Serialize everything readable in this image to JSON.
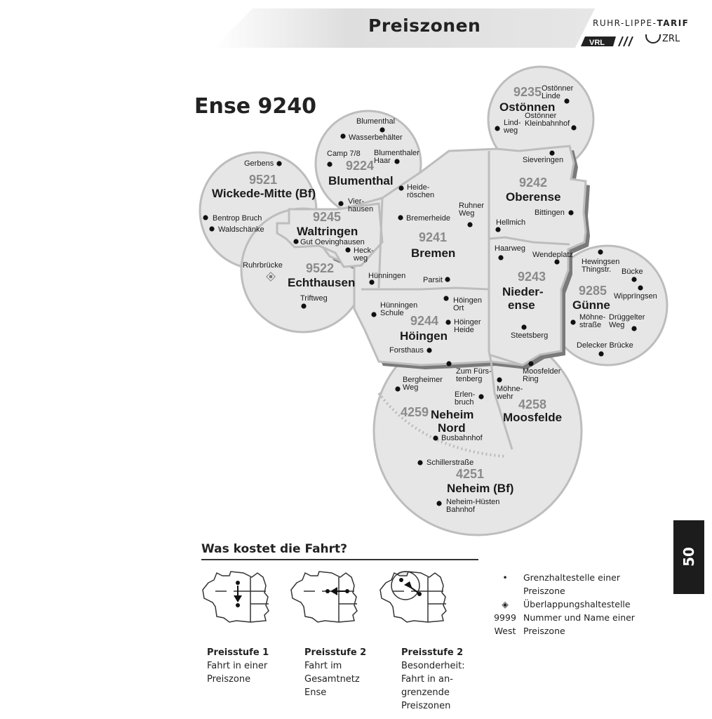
{
  "header": {
    "title": "Preiszonen",
    "brand_regular": "RUHR-LIPPE-",
    "brand_bold": "TARIF",
    "vrl_logo": "VRL",
    "zrl_logo": "ZRL"
  },
  "main_title": "Ense 9240",
  "zones": [
    {
      "num": "9235",
      "name": "Ostönnen"
    },
    {
      "num": "9224",
      "name": "Blumenthal"
    },
    {
      "num": "9521",
      "name": "Wickede-Mitte (Bf)"
    },
    {
      "num": "9245",
      "name": "Waltringen"
    },
    {
      "num": "9522",
      "name": "Echthausen"
    },
    {
      "num": "9241",
      "name": "Bremen"
    },
    {
      "num": "9242",
      "name": "Oberense"
    },
    {
      "num": "9243",
      "name": "Nieder-",
      "name2": "ense"
    },
    {
      "num": "9244",
      "name": "Höingen"
    },
    {
      "num": "9285",
      "name": "Günne"
    },
    {
      "num": "4259",
      "name": "Neheim",
      "name2": "Nord"
    },
    {
      "num": "4258",
      "name": "Moosfelde"
    },
    {
      "num": "4251",
      "name": "Neheim (Bf)"
    }
  ],
  "stops": [
    {
      "t": [
        "Ostönner",
        "Linde"
      ]
    },
    {
      "t": [
        "Ostönner",
        "Kleinbahnhof"
      ]
    },
    {
      "t": [
        "Lind-",
        "weg"
      ]
    },
    {
      "t": [
        "Blumenthal"
      ]
    },
    {
      "t": [
        "Wasserbehälter"
      ]
    },
    {
      "t": [
        "Camp 7/8"
      ]
    },
    {
      "t": [
        "Blumenthaler",
        "Haar"
      ]
    },
    {
      "t": [
        "Sieveringen"
      ]
    },
    {
      "t": [
        "Gerbens"
      ]
    },
    {
      "t": [
        "Heide-",
        "röschen"
      ]
    },
    {
      "t": [
        "Vier-",
        "hausen"
      ]
    },
    {
      "t": [
        "Bentrop Bruch"
      ]
    },
    {
      "t": [
        "Waldschänke"
      ]
    },
    {
      "t": [
        "Bremerheide"
      ]
    },
    {
      "t": [
        "Ruhner",
        "Weg"
      ]
    },
    {
      "t": [
        "Bittingen"
      ]
    },
    {
      "t": [
        "Hellmich"
      ]
    },
    {
      "t": [
        "Gut Oevinghausen"
      ]
    },
    {
      "t": [
        "Heck-",
        "weg"
      ]
    },
    {
      "t": [
        "Haarweg"
      ]
    },
    {
      "t": [
        "Wendeplatz"
      ]
    },
    {
      "t": [
        "Hewingsen",
        "Thingstr."
      ]
    },
    {
      "t": [
        "Bücke"
      ]
    },
    {
      "t": [
        "Ruhrbrücke"
      ]
    },
    {
      "t": [
        "Hünningen"
      ]
    },
    {
      "t": [
        "Parsit"
      ]
    },
    {
      "t": [
        "Wipprïngsen"
      ]
    },
    {
      "t": [
        "Triftweg"
      ]
    },
    {
      "t": [
        "Hünningen",
        "Schule"
      ]
    },
    {
      "t": [
        "Höingen",
        "Ort"
      ]
    },
    {
      "t": [
        "Höinger",
        "Heide"
      ]
    },
    {
      "t": [
        "Möhne-",
        "straße"
      ]
    },
    {
      "t": [
        "Drüggelter",
        "Weg"
      ]
    },
    {
      "t": [
        "Steetsberg"
      ]
    },
    {
      "t": [
        "Delecker Brücke"
      ]
    },
    {
      "t": [
        "Forsthaus"
      ]
    },
    {
      "t": [
        "Zum Fürs-",
        "tenberg"
      ]
    },
    {
      "t": [
        "Moosfelder",
        "Ring"
      ]
    },
    {
      "t": [
        "Bergheimer",
        "Weg"
      ]
    },
    {
      "t": [
        "Möhne-",
        "wehr"
      ]
    },
    {
      "t": [
        "Erlen-",
        "bruch"
      ]
    },
    {
      "t": [
        "Busbahnhof"
      ]
    },
    {
      "t": [
        "Schillerstraße"
      ]
    },
    {
      "t": [
        "Neheim-Hüsten",
        "Bahnhof"
      ]
    }
  ],
  "section_title": "Was kostet die Fahrt?",
  "prices": [
    {
      "title": "Preisstufe 1",
      "lines": [
        "Fahrt in einer",
        "Preiszone"
      ]
    },
    {
      "title": "Preisstufe 2",
      "lines": [
        "Fahrt im",
        "Gesamtnetz",
        "Ense"
      ]
    },
    {
      "title": "Preisstufe 2",
      "lines": [
        "Besonderheit:",
        "Fahrt in an-",
        "grenzende",
        "Preiszonen"
      ]
    }
  ],
  "legend": [
    {
      "sym": "•",
      "text": [
        "Grenzhaltestelle einer",
        "Preiszone"
      ]
    },
    {
      "sym": "◈",
      "text": [
        "Überlappungshaltestelle"
      ]
    },
    {
      "sym": "9999",
      "text": [
        "Nummer und Name einer"
      ]
    },
    {
      "sym": "West",
      "text": [
        "Preiszone"
      ]
    }
  ],
  "page_number": "50",
  "colors": {
    "zone_fill": "#e6e6e6",
    "zone_border": "#b8b8b8",
    "dark": "#1c1c1c",
    "number_grey": "#8a8a8a"
  }
}
